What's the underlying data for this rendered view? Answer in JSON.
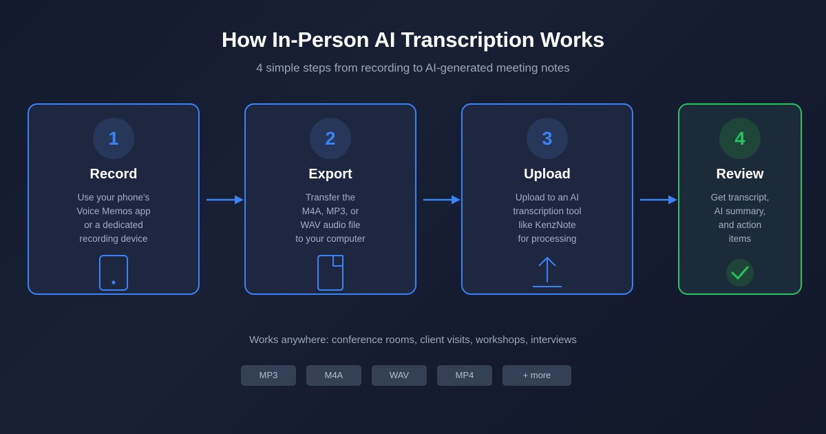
{
  "header": {
    "title": "How In-Person AI Transcription Works",
    "subtitle": "4 simple steps from recording to AI-generated meeting notes"
  },
  "colors": {
    "accent_blue": "#3b82f6",
    "accent_green": "#22c55e",
    "background": "#151c30",
    "card_background": "#1d2840"
  },
  "steps": [
    {
      "number": "1",
      "title": "Record",
      "description": [
        "Use your phone's",
        "Voice Memos app",
        "or a dedicated",
        "recording device"
      ],
      "icon": "phone-icon"
    },
    {
      "number": "2",
      "title": "Export",
      "description": [
        "Transfer the",
        "M4A, MP3, or",
        "WAV audio file",
        "to your computer"
      ],
      "icon": "file-icon"
    },
    {
      "number": "3",
      "title": "Upload",
      "description": [
        "Upload to an AI",
        "transcription tool",
        "like KenzNote",
        "for processing"
      ],
      "icon": "upload-icon"
    },
    {
      "number": "4",
      "title": "Review",
      "description": [
        "Get transcript,",
        "AI summary,",
        "and action",
        "items"
      ],
      "icon": "checkmark-icon"
    }
  ],
  "footer": {
    "text": "Works anywhere: conference rooms, client visits, workshops, interviews",
    "formats": [
      "MP3",
      "M4A",
      "WAV",
      "MP4",
      "+ more"
    ]
  }
}
